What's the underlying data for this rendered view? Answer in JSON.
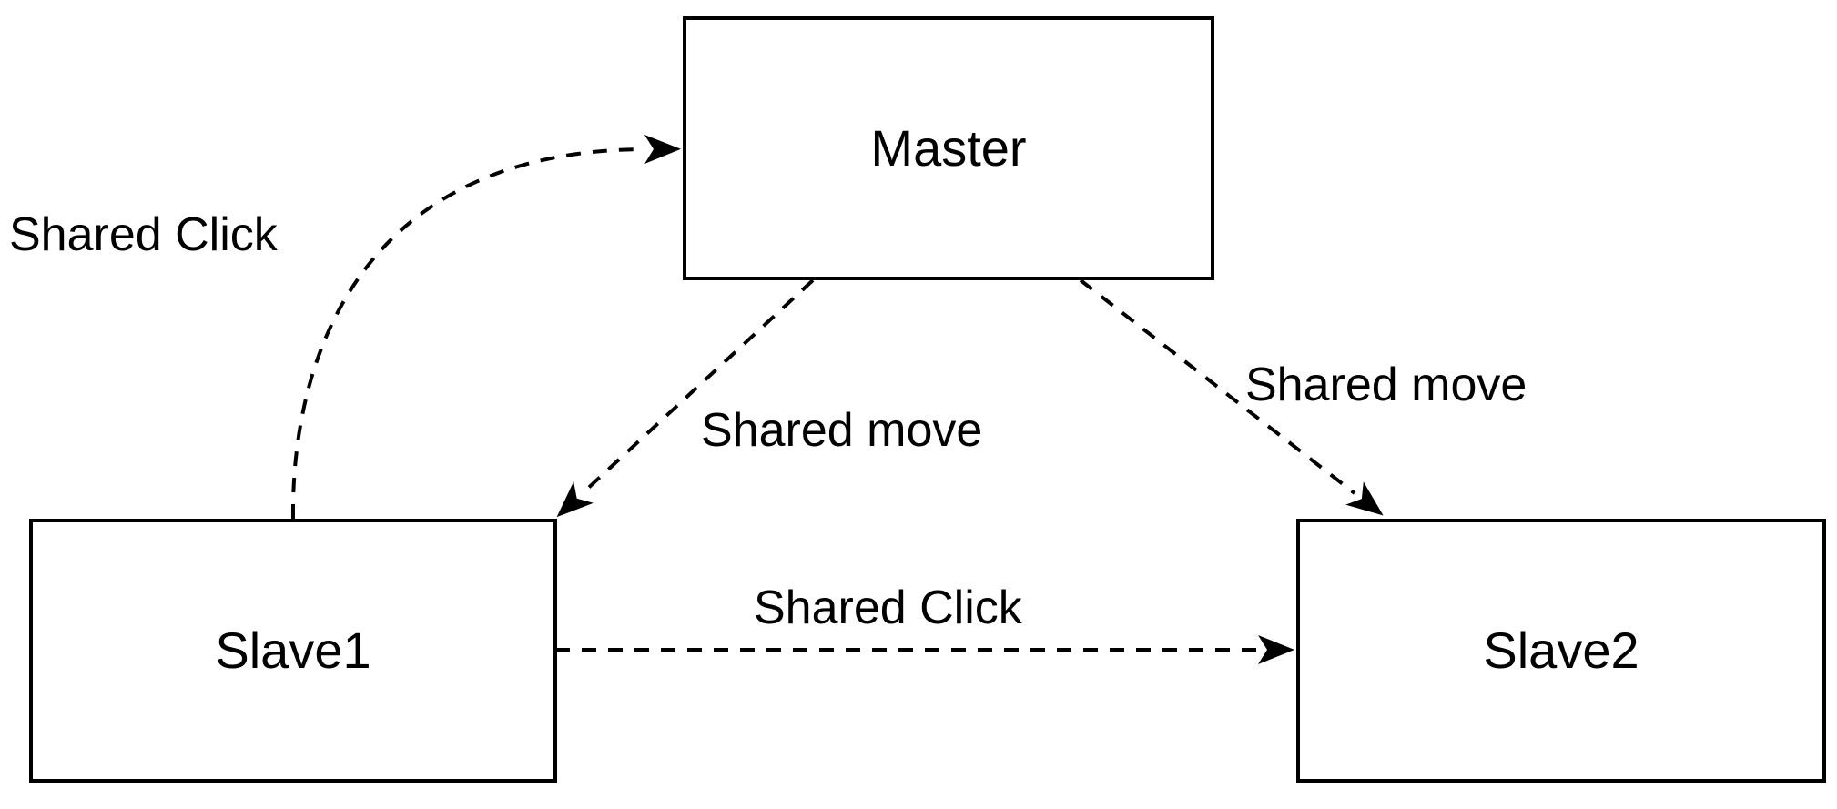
{
  "diagram": {
    "background_color": "#ffffff",
    "stroke_color": "#000000",
    "text_color": "#000000",
    "line_style": "dashed",
    "nodes": [
      {
        "id": "master",
        "label": "Master"
      },
      {
        "id": "slave1",
        "label": "Slave1"
      },
      {
        "id": "slave2",
        "label": "Slave2"
      }
    ],
    "edges": [
      {
        "id": "slave1-to-master",
        "from": "slave1",
        "to": "master",
        "label": "Shared Click",
        "line_style": "dashed",
        "shape": "curved"
      },
      {
        "id": "master-to-slave1",
        "from": "master",
        "to": "slave1",
        "label": "Shared move",
        "line_style": "dashed",
        "shape": "straight"
      },
      {
        "id": "master-to-slave2",
        "from": "master",
        "to": "slave2",
        "label": "Shared move",
        "line_style": "dashed",
        "shape": "straight"
      },
      {
        "id": "slave1-to-slave2",
        "from": "slave1",
        "to": "slave2",
        "label": "Shared Click",
        "line_style": "dashed",
        "shape": "straight"
      }
    ]
  }
}
